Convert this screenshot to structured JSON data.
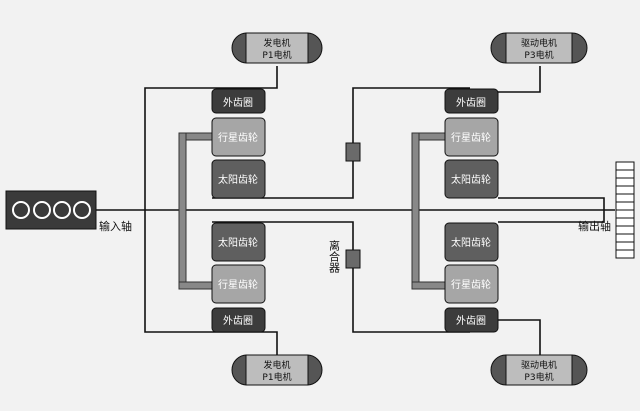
{
  "labels": {
    "input_shaft": "输入轴",
    "output_shaft": "输出轴",
    "clutch": "离合器"
  },
  "motors": {
    "gen_top": [
      "发电机",
      "P1电机"
    ],
    "drive_top": [
      "驱动电机",
      "P3电机"
    ],
    "gen_bottom": [
      "发电机",
      "P1电机"
    ],
    "drive_bottom": [
      "驱动电机",
      "P3电机"
    ]
  },
  "gears": {
    "ring_tl": "外齿圈",
    "planet_tl": "行星齿轮",
    "sun_tl": "太阳齿轮",
    "sun_bl": "太阳齿轮",
    "planet_bl": "行星齿轮",
    "ring_bl": "外齿圈",
    "ring_tr": "外齿圈",
    "planet_tr": "行星齿轮",
    "sun_tr": "太阳齿轮",
    "sun_br": "太阳齿轮",
    "planet_br": "行星齿轮",
    "ring_br": "外齿圈"
  },
  "colors": {
    "background": "#f2f2f2",
    "line": "#111111",
    "ring_fill": "#3c3c3c",
    "planet_fill": "#a6a6a6",
    "sun_fill": "#5f5f5f",
    "carrier_fill": "#888888",
    "motor_fill": "#555555",
    "motor_body": "#bdbdbd",
    "engine_fill": "#3a3a3a"
  }
}
